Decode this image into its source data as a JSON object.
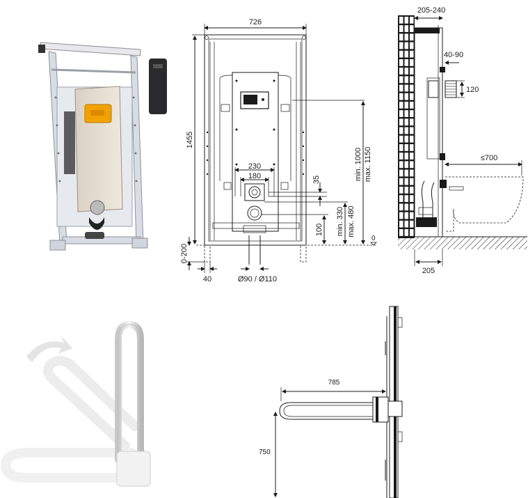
{
  "frame_drawing": {
    "width_label": "726",
    "height_label": "1455",
    "spacing_230": "230",
    "spacing_180": "180",
    "offset_35": "35",
    "outlet_min": "min. 1000",
    "outlet_max": "max. 1150",
    "drain_min": "min. 330",
    "drain_max": "max. 480",
    "drain_100": "100",
    "zero_label": "0",
    "foot_range": "0-200",
    "foot_40": "40",
    "pipe_diameter": "Ø90 / Ø110"
  },
  "side_drawing": {
    "wall_depth": "205-240",
    "offset_40_90": "40-90",
    "height_120": "120",
    "bowl_depth": "≤700",
    "base_205": "205"
  },
  "grab_bar_drawing": {
    "length_785": "785",
    "height_750": "750"
  }
}
